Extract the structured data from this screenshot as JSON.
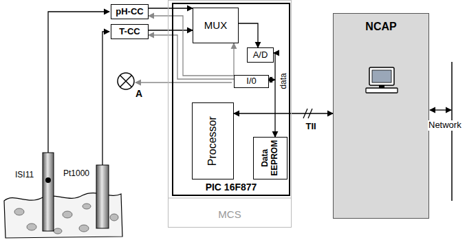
{
  "diagram": {
    "nodes": [
      {
        "text": [
          "pH-CC"
        ]
      },
      {
        "text": [
          "T-CC"
        ]
      },
      {
        "text": [
          "MCS"
        ]
      },
      {
        "text": [
          "PIC 16F877"
        ],
        "in": 2
      },
      {
        "text": [
          "MUX"
        ],
        "in": 3
      },
      {
        "text": [
          "A/D"
        ],
        "in": 3
      },
      {
        "text": [
          "I/0"
        ],
        "in": 3
      },
      {
        "text": [
          "Processor"
        ],
        "in": 3
      },
      {
        "text": [
          "Data EEPROM"
        ],
        "in": 3
      },
      {
        "text": [
          "NCAP"
        ]
      }
    ],
    "edges": [
      {
        "from": 0,
        "to": 4,
        "arrow": "to"
      },
      {
        "from": 1,
        "to": 4,
        "arrow": "to"
      },
      {
        "from": 6,
        "to": 0,
        "arrow": "to"
      },
      {
        "from": 6,
        "to": 1,
        "arrow": "to"
      },
      {
        "from": 6,
        "to": 4,
        "arrow": "to"
      },
      {
        "from": 4,
        "to": 5,
        "arrow": "to"
      },
      {
        "from": 5,
        "to": 8,
        "label": "data",
        "arrow": "both"
      },
      {
        "from": 7,
        "to": 9,
        "label": "TII",
        "arrow": "both"
      }
    ],
    "labels": [
      "ISI11",
      "Pt1000",
      "A",
      "Network"
    ]
  }
}
